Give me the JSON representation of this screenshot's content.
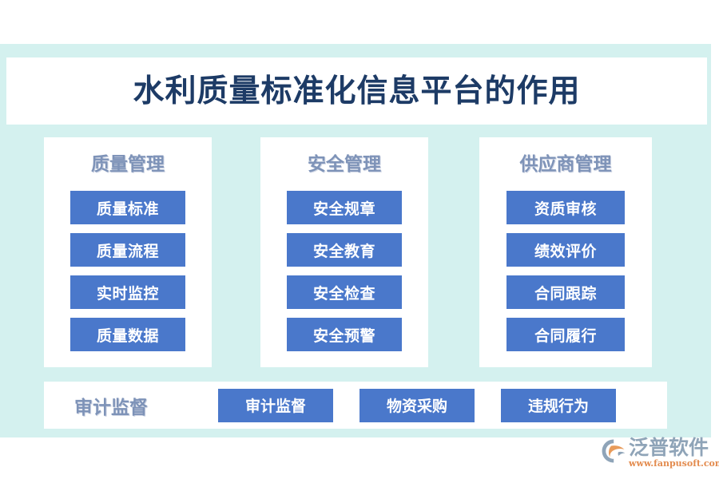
{
  "title": "水利质量标准化信息平台的作用",
  "theme": {
    "panel_bg": "#d4f1ef",
    "card_bg": "#ffffff",
    "chip_blue": "#4a78cb",
    "heading_slate": "#7e93b8",
    "title_navy": "#1d3b66",
    "logo_grey": "#8fa4b8",
    "logo_orange": "#e38b4e"
  },
  "columns": [
    {
      "heading": "质量管理",
      "items": [
        "质量标准",
        "质量流程",
        "实时监控",
        "质量数据"
      ]
    },
    {
      "heading": "安全管理",
      "items": [
        "安全规章",
        "安全教育",
        "安全检查",
        "安全预警"
      ]
    },
    {
      "heading": "供应商管理",
      "items": [
        "资质审核",
        "绩效评价",
        "合同跟踪",
        "合同履行"
      ]
    }
  ],
  "bottom_bar": {
    "label": "审计监督",
    "items": [
      "审计监督",
      "物资采购",
      "违规行为"
    ]
  },
  "watermark": {
    "icon": "fanpu-swoosh-logo-icon",
    "name": "泛普软件",
    "url": "www.fanpusoft.com"
  }
}
